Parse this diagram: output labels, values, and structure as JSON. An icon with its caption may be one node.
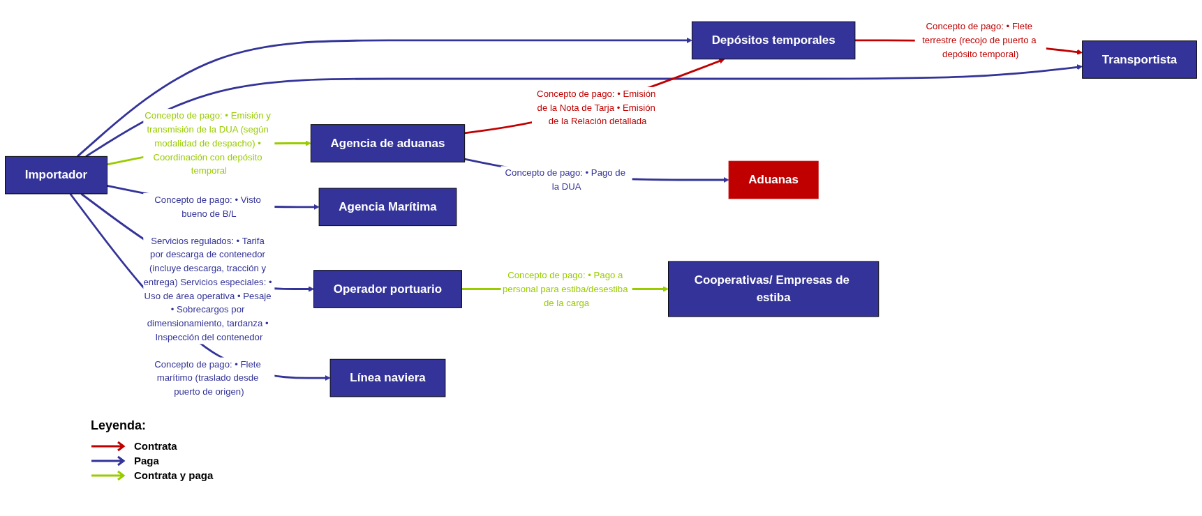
{
  "diagram": {
    "nodes": [
      {
        "text": [
          "Importador"
        ]
      },
      {
        "text": [
          "Agencia de aduanas"
        ]
      },
      {
        "text": [
          "Agencia Marítima"
        ]
      },
      {
        "text": [
          "Operador portuario"
        ]
      },
      {
        "text": [
          "Línea naviera"
        ]
      },
      {
        "text": [
          "Depósitos temporales"
        ]
      },
      {
        "text": [
          "Aduanas"
        ]
      },
      {
        "text": [
          "Cooperativas/ Empresas de estiba"
        ]
      },
      {
        "text": [
          "Transportista"
        ]
      }
    ],
    "edges": [
      {
        "from": 0,
        "to": 5,
        "arrow": "to"
      },
      {
        "from": 0,
        "to": 8,
        "arrow": "to"
      },
      {
        "from": 0,
        "to": 1,
        "arrow": "to",
        "color": "#99cc00",
        "label": "Concepto de pago: • Emisión y transmisión de la DUA (según modalidad de despacho) • Coordinación con depósito temporal"
      },
      {
        "from": 1,
        "to": 5,
        "arrow": "to",
        "color": "#c00000",
        "label": "Concepto de pago: • Emisión de la Nota de Tarja • Emisión de la Relación detallada"
      },
      {
        "from": 5,
        "to": 8,
        "arrow": "to",
        "color": "#c00000",
        "label": "Concepto de pago: • Flete terrestre (recojo de puerto a depósito temporal)"
      },
      {
        "from": 1,
        "to": 6,
        "arrow": "to",
        "label": "Concepto de pago: • Pago de la DUA"
      },
      {
        "from": 0,
        "to": 2,
        "arrow": "to",
        "label": "Concepto de pago: • Visto bueno de B/L"
      },
      {
        "from": 0,
        "to": 3,
        "arrow": "to",
        "label": "Servicios regulados: • Tarifa por descarga de contenedor (incluye descarga, tracción y entrega) Servicios especiales: • Uso de área operativa • Pesaje • Sobrecargos por dimensionamiento, tardanza • Inspección del contenedor"
      },
      {
        "from": 3,
        "to": 7,
        "arrow": "to",
        "color": "#99cc00",
        "label": "Concepto de pago: • Pago a personal para estiba/desestiba de la carga"
      },
      {
        "from": 0,
        "to": 4,
        "arrow": "to",
        "label": "Concepto de pago: • Flete marítimo (traslado desde puerto de origen)"
      }
    ],
    "labels": [
      "Leyenda:"
    ],
    "legend": [
      {
        "text": "Contrata"
      },
      {
        "text": "Paga"
      },
      {
        "text": "Contrata y paga"
      }
    ]
  }
}
